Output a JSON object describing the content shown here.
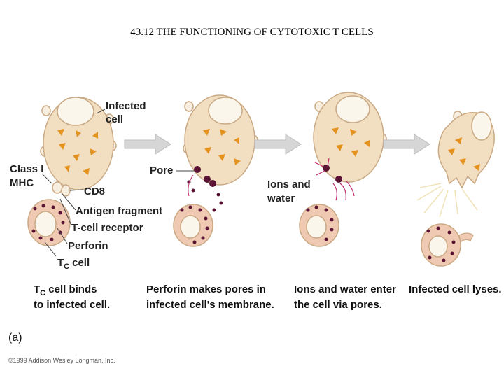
{
  "title": "43.12 THE FUNCTIONING OF CYTOTOXIC T CELLS",
  "panel_labels": {
    "infected_cell": [
      "Infected",
      "cell"
    ],
    "class_mhc": [
      "Class I",
      "MHC"
    ],
    "cd8": "CD8",
    "antigen_fragment": "Antigen fragment",
    "tcell_receptor": "T-cell receptor",
    "perforin": "Perforin",
    "tc_cell": {
      "main": "T",
      "sub": "C",
      "rest": "cell"
    },
    "pore": "Pore",
    "ions_water": [
      "Ions and",
      "water"
    ]
  },
  "captions": {
    "step1": {
      "line1_main": "T",
      "line1_sub": "C",
      "line1_rest": " cell binds",
      "line2": "to infected cell."
    },
    "step2": [
      "Perforin makes pores in",
      "infected cell's membrane."
    ],
    "step3": [
      "Ions and water enter",
      "the cell via pores."
    ],
    "step4": "Infected cell lyses."
  },
  "panel_id": "(a)",
  "copyright": "©1999 Addison Wesley Longman, Inc.",
  "colors": {
    "cell_fill": "#f2dfc2",
    "cell_stroke": "#c9a983",
    "nucleus_fill": "#fbf6ec",
    "antigen": "#e3921f",
    "perforin": "#5a1232",
    "tcell_fill": "#f0c9b3",
    "arrow": "#d6d6d6",
    "ion": "#c02a6e"
  }
}
